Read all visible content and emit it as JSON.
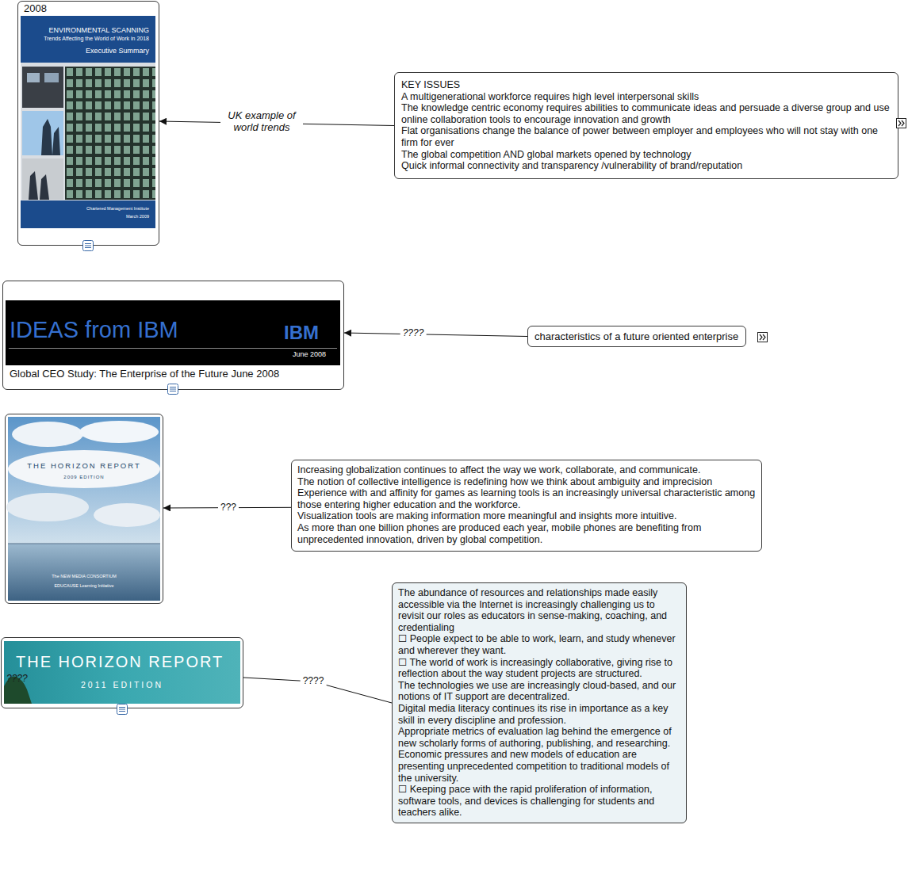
{
  "diagram": {
    "nodes": [
      {
        "text": [
          "2008",
          "ENVIRONMENTAL SCANNING",
          "Trends Affecting the World of Work in 2018",
          "Executive Summary",
          "Chartered Management Institute",
          "March 2009"
        ]
      },
      {
        "text": [
          "KEY ISSUES",
          "A multigenerational workforce requires high level interpersonal skills",
          "The knowledge centric economy requires abilities to communicate ideas and persuade a diverse group and use online collaboration tools to encourage innovation and growth",
          "Flat organisations change the balance of power between employer and employees who will not stay with one firm for ever",
          "The global competition AND global markets opened by technology",
          "Quick informal connectivity and transparency /vulnerability of brand/reputation"
        ]
      },
      {
        "text": [
          "IDEAS from IBM",
          "IBM",
          "June 2008",
          "Global CEO Study: The Enterprise of the Future June 2008"
        ]
      },
      {
        "text": [
          "characteristics of a future oriented enterprise"
        ]
      },
      {
        "text": [
          "THE HORIZON REPORT",
          "2009 EDITION",
          "The NEW MEDIA CONSORTIUM",
          "EDUCAUSE Learning Initiative"
        ]
      },
      {
        "text": [
          "Increasing globalization continues to affect the way we work, collaborate, and communicate.",
          "The notion of collective intelligence is redefining how we think about ambiguity and imprecision",
          "Experience with and affinity for games as learning tools is an increasingly universal characteristic among those entering higher education and the workforce.",
          "Visualization tools are making information more meaningful and insights more intuitive.",
          "As more than one billion phones are produced each year, mobile phones are benefiting from unprecedented innovation, driven by global competition."
        ]
      },
      {
        "text": [
          "THE HORIZON REPORT",
          "2011 EDITION"
        ]
      },
      {
        "text": [
          "The abundance of resources and relationships made easily accessible via the Internet is increasingly challenging us to revisit our roles as educators in sense-making, coaching, and credentialing",
          "☐ People expect to be able to work, learn, and study whenever and wherever they want.",
          "☐ The world of work is increasingly collaborative, giving rise to reflection about the way student projects are structured.",
          "The technologies we use are increasingly cloud-based, and our notions of IT support are decentralized.",
          "Digital media literacy continues its rise in importance as a key skill in every discipline and profession.",
          "Appropriate metrics of evaluation lag behind the emergence of new scholarly forms of authoring, publishing, and researching.",
          "Economic pressures and new models of education are presenting unprecedented competition to traditional models of the university.",
          "☐ Keeping pace with the rapid proliferation of information, software tools, and devices is challenging for students and teachers alike."
        ]
      }
    ],
    "edges": [
      {
        "from": 1,
        "to": 0,
        "arrow": "to",
        "label": "UK example of world trends"
      },
      {
        "from": 3,
        "to": 2,
        "arrow": "to",
        "label": "????"
      },
      {
        "from": 5,
        "to": 4,
        "arrow": "to",
        "label": "???"
      },
      {
        "from": 7,
        "to": 6,
        "arrow": "none",
        "label": "????"
      }
    ],
    "labels": [
      "????"
    ]
  }
}
